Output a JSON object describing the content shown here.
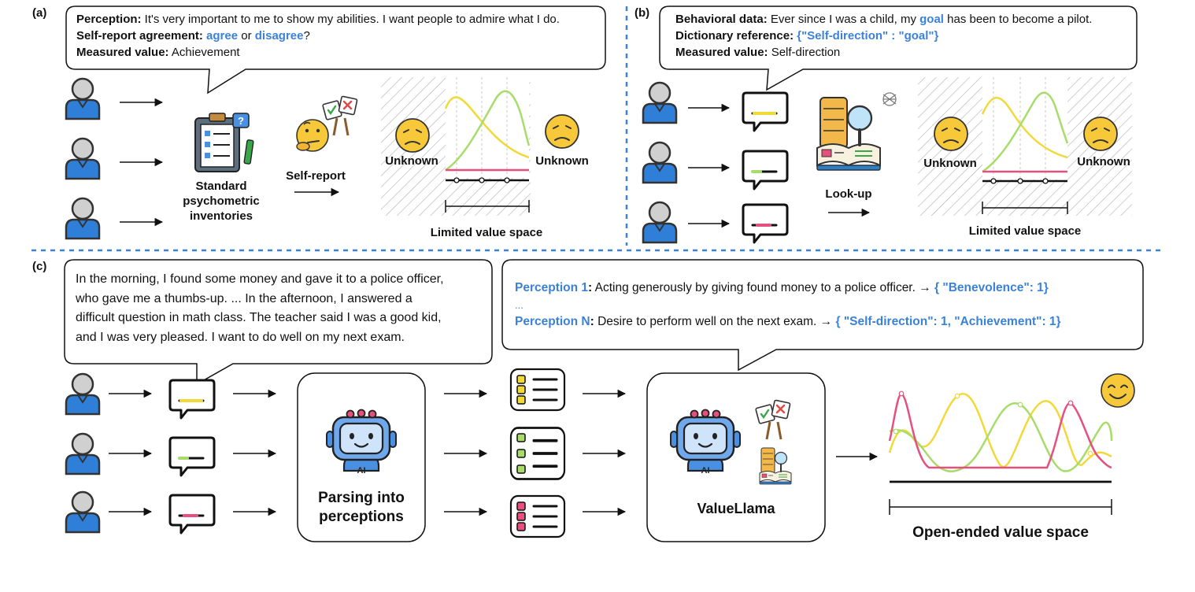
{
  "panels": {
    "a": {
      "tag": "(a)",
      "bubble": {
        "l1_key": "Perception:",
        "l1_val": " It's very important to me to show my abilities. I want people to admire what I do.",
        "l2_key": "Self-report agreement:",
        "l2_opt1": "agree",
        "l2_or": " or ",
        "l2_opt2": "disagree",
        "l2_q": "?",
        "l3_key": "Measured value:",
        "l3_val": " Achievement"
      },
      "inventory_label_1": "Standard",
      "inventory_label_2": "psychometric",
      "inventory_label_3": "inventories",
      "method_label": "Self-report",
      "unknown_left": "Unknown",
      "unknown_right": "Unknown",
      "space_label": "Limited value space"
    },
    "b": {
      "tag": "(b)",
      "bubble": {
        "l1_key": "Behavioral data:",
        "l1_val": " Ever since I was a child, my ",
        "l1_hl": "goal",
        "l1_tail": " has been to become a pilot.",
        "l2_key": "Dictionary reference:",
        "l2_val": " {\"Self-direction\" : \"goal\"}",
        "l3_key": "Measured value:",
        "l3_val": " Self-direction"
      },
      "method_label": "Look-up",
      "unknown_left": "Unknown",
      "unknown_right": "Unknown",
      "space_label": "Limited value space"
    },
    "c": {
      "tag": "(c)",
      "story": [
        "In the morning, I found some money and gave it to a police officer,",
        "who gave me a thumbs-up. ... In the afternoon, I answered a",
        "difficult question in math class. The teacher said I was a good kid,",
        "and I was very pleased. I want to do well on my next exam."
      ],
      "perception1_key": "Perception 1",
      "perception1_val": "Acting generously by giving found money to a police officer. →",
      "perception1_json": "{ \"Benevolence\": 1}",
      "ellipsis": "...",
      "perceptionN_key": "Perception N",
      "perceptionN_val": "Desire to perform well on the next exam. →",
      "perceptionN_json": "{ \"Self-direction\": 1, \"Achievement\": 1}",
      "colon": ":",
      "parser_label_1": "Parsing into",
      "parser_label_2": "perceptions",
      "robot_badge": "AI",
      "model_label": "ValueLlama",
      "space_label": "Open-ended value space"
    }
  },
  "colors": {
    "accent_blue": "#3b82d6",
    "person_body": "#2f7fd8",
    "person_head": "#d0d0d0",
    "yellow": "#f2d93a",
    "green": "#a8dc6a",
    "pink": "#e6507e",
    "robot": "#4a90e2",
    "emoji": "#f7c93a"
  }
}
